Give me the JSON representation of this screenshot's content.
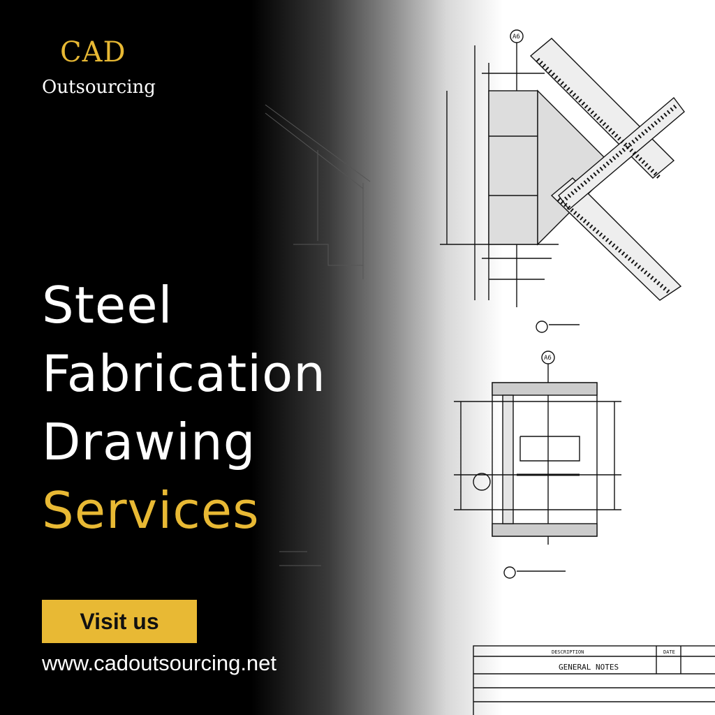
{
  "brand": {
    "line1": "CAD",
    "line2": "Outsourcing"
  },
  "headline": {
    "line1": "Steel",
    "line2": "Fabrication",
    "line3": "Drawing",
    "line4": "Services"
  },
  "cta": {
    "label": "Visit us"
  },
  "website": "www.cadoutsourcing.net",
  "drawing": {
    "detail_tag_1": "A6",
    "detail_tag_2": "A6",
    "title_block_header": "GENERAL NOTES",
    "title_block_col_1": "DESCRIPTION",
    "title_block_col_2": "DATE"
  },
  "colors": {
    "accent": "#e8b934",
    "background": "#000000",
    "text": "#ffffff"
  }
}
